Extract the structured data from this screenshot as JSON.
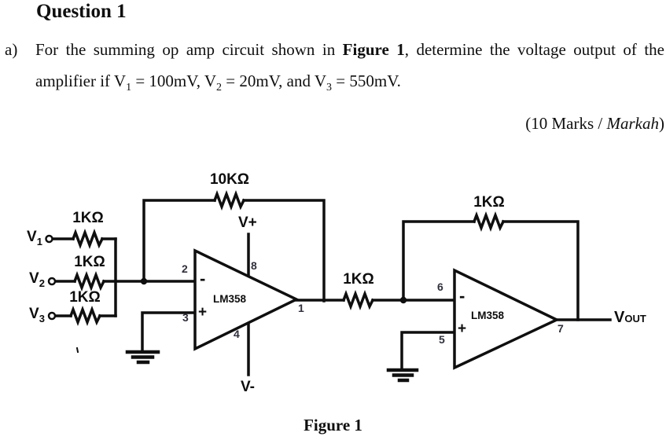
{
  "header": {
    "title": "Question 1"
  },
  "question": {
    "item_label": "a)",
    "line1": {
      "pre": "For the summing op amp circuit shown in ",
      "bold": "Figure 1",
      "post": ", determine the voltage output of the"
    },
    "line2": {
      "p0": "amplifier if V",
      "s1": "1",
      "p1": " = 100mV, V",
      "s2": "2",
      "p2": " = 20mV, and V",
      "s3": "3",
      "p3": " = 550mV."
    },
    "marks": {
      "pre": "(10 Marks / ",
      "italic": "Markah",
      "post": ")"
    }
  },
  "figure": {
    "caption": "Figure 1",
    "resistors": {
      "fb1": "10KΩ",
      "in1": "1KΩ",
      "in2": "1KΩ",
      "in3": "1KΩ",
      "series": "1KΩ",
      "fb2": "1KΩ"
    },
    "sources": {
      "v1_base": "V",
      "v1_sub": "1",
      "v2_base": "V",
      "v2_sub": "2",
      "v3_base": "V",
      "v3_sub": "3"
    },
    "rails": {
      "vplus": "V+",
      "vminus": "V-"
    },
    "output": {
      "base": "V",
      "sub": "OUT"
    },
    "opamp1": {
      "part": "LM358",
      "pin_inv": "2",
      "pin_noninv": "3",
      "pin_out": "1",
      "pin_vcc": "8",
      "pin_vee": "4",
      "minus": "-",
      "plus": "+"
    },
    "opamp2": {
      "part": "LM358",
      "pin_inv": "6",
      "pin_noninv": "5",
      "pin_out": "7",
      "minus": "-",
      "plus": "+"
    }
  },
  "colors": {
    "ink": "#0f0f0f",
    "pin": "#30303c"
  }
}
